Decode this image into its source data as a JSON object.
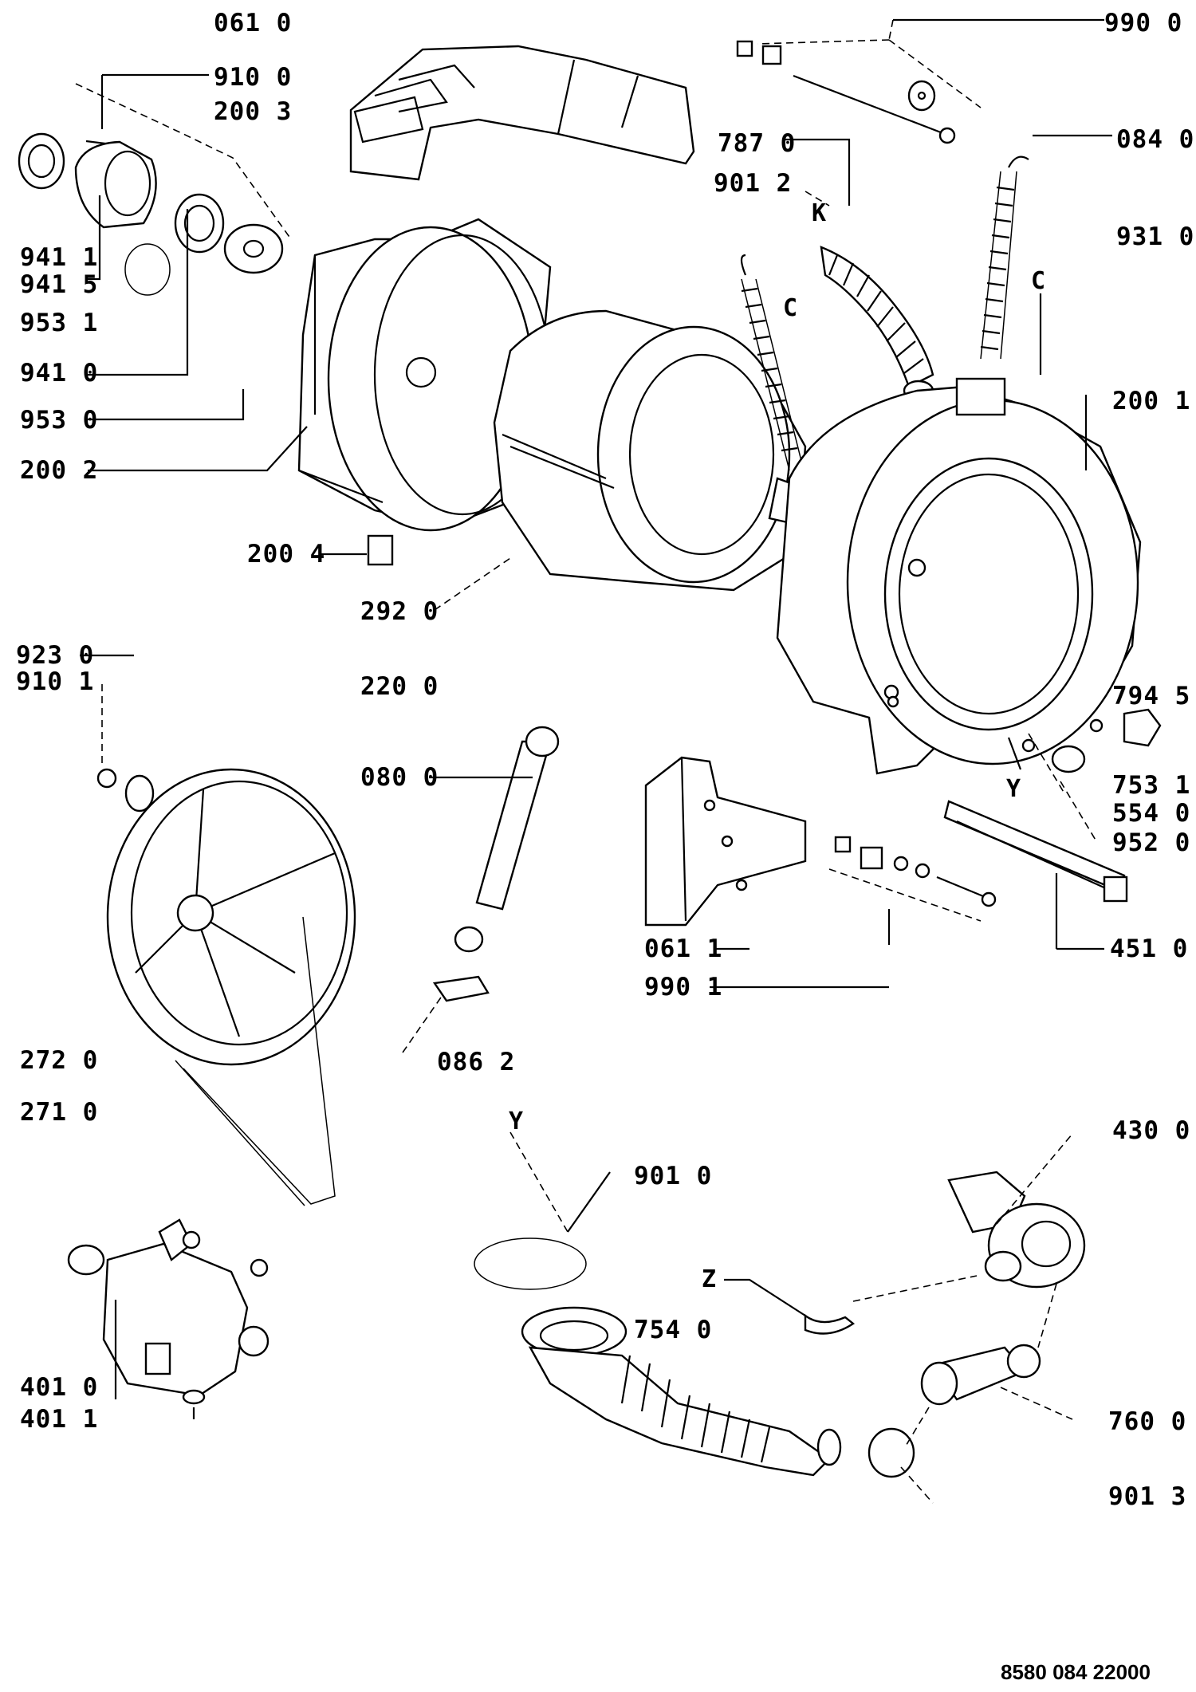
{
  "diagram": {
    "part_labels": [
      "061 0",
      "990 0",
      "910 0",
      "200 3",
      "787 0",
      "084 0",
      "901 2",
      "941 1",
      "931 0",
      "941 5",
      "953 1",
      "941 0",
      "953 0",
      "200 1",
      "200 2",
      "200 4",
      "292 0",
      "923 0",
      "910 1",
      "220 0",
      "080 0",
      "794 5",
      "753 1",
      "554 0",
      "952 0",
      "061 1",
      "451 0",
      "990 1",
      "272 0",
      "086 2",
      "271 0",
      "430 0",
      "901 0",
      "754 0",
      "401 0",
      "401 1",
      "760 0",
      "901 3"
    ],
    "markers": {
      "c": "C",
      "k": "K",
      "y": "Y",
      "z": "Z"
    },
    "document_number": "8580 084 22000"
  }
}
